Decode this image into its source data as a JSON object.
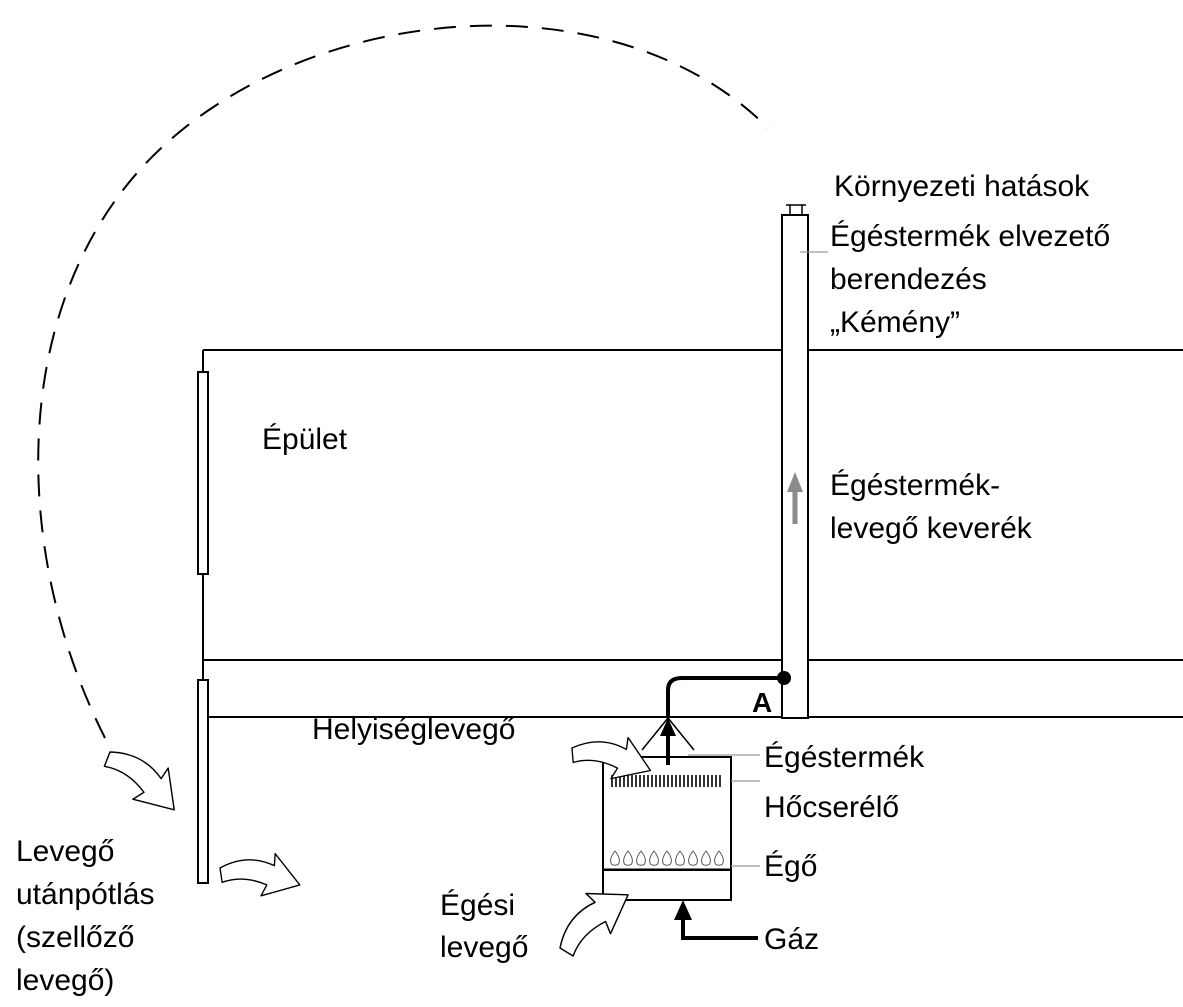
{
  "labels": {
    "environment": "Környezeti hatások",
    "chimney_line1": "Égéstermék elvezető",
    "chimney_line2": "berendezés",
    "chimney_line3": "„Kémény”",
    "building": "Épület",
    "mixture_line1": "Égéstermék-",
    "mixture_line2": "levegő keverék",
    "room_air": "Helyiséglevegő",
    "flue_gas": "Égéstermék",
    "heat_exchanger": "Hőcserélő",
    "burner": "Égő",
    "combustion_air_line1": "Égési",
    "combustion_air_line2": "levegő",
    "gas": "Gáz",
    "point_a": "A",
    "makeup_line1": "Levegő",
    "makeup_line2": "utánpótlás",
    "makeup_line3": "(szellőző",
    "makeup_line4": "levegő)"
  },
  "icons": {
    "air_flow": "curved-hollow-arrow-icon",
    "flow": "solid-arrow-icon",
    "flame": "flame-icon",
    "junction": "point-a-dot"
  },
  "colors": {
    "line": "#000000",
    "leader": "#9a9a9a",
    "flow_arrow_grey": "#8c8c8c",
    "background": "#ffffff"
  }
}
